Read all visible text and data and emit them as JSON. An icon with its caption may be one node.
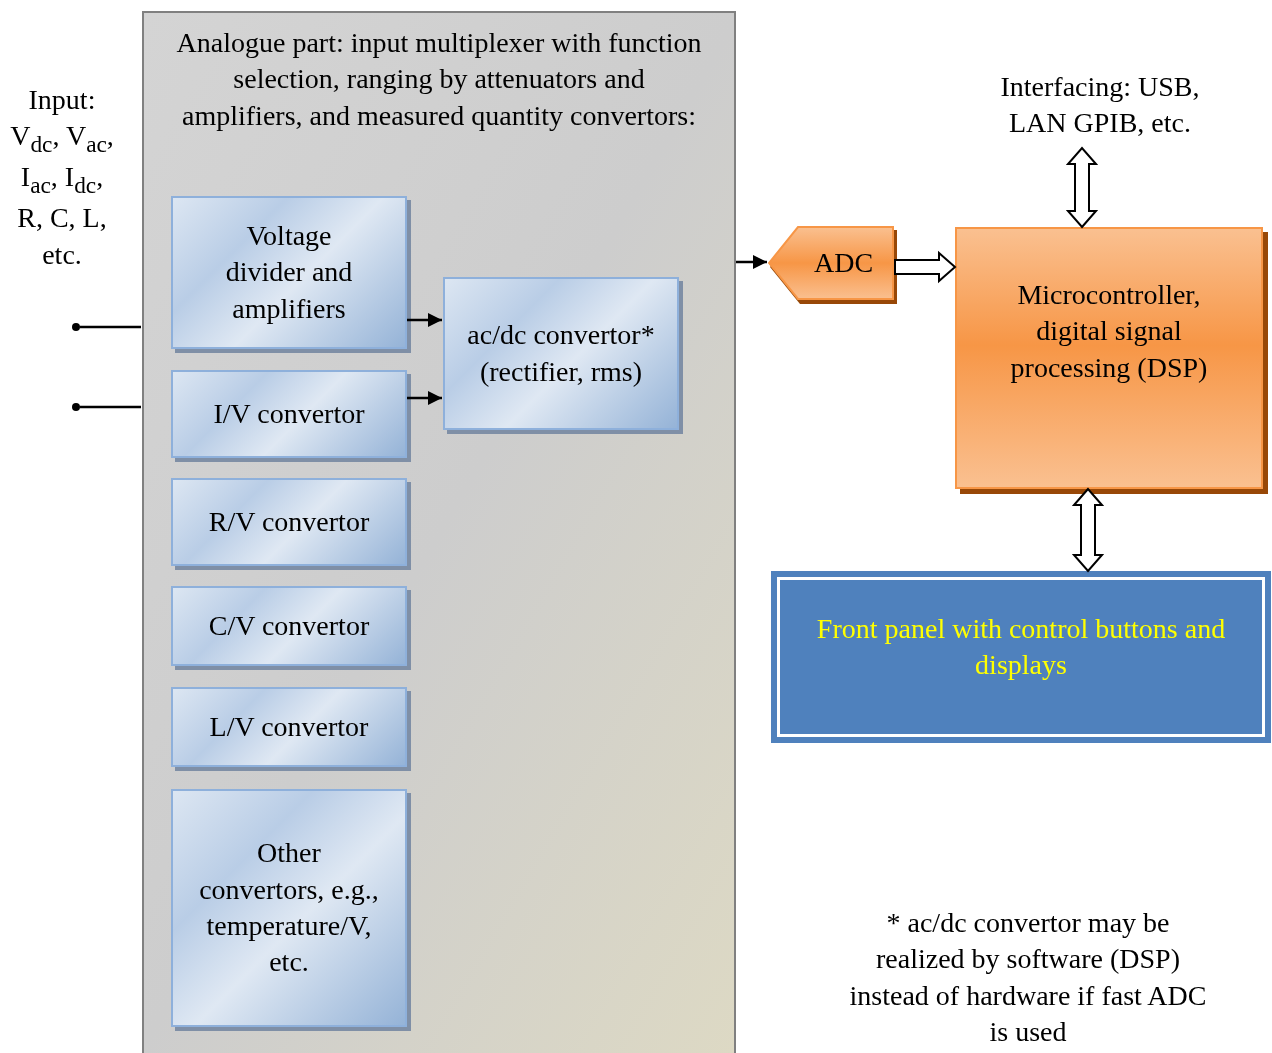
{
  "diagram": {
    "nodes": [
      {
        "text": [
          "Analogue part: input multiplexer with function selection, ranging by attenuators and amplifiers, and measured quantity convertors:"
        ]
      },
      {
        "text": [
          "Voltage divider and amplifiers"
        ],
        "in": 0
      },
      {
        "text": [
          "I/V convertor"
        ],
        "in": 0
      },
      {
        "text": [
          "R/V convertor"
        ],
        "in": 0
      },
      {
        "text": [
          "C/V convertor"
        ],
        "in": 0
      },
      {
        "text": [
          "L/V convertor"
        ],
        "in": 0
      },
      {
        "text": [
          "Other convertors, e.g., temperature/V, etc."
        ],
        "in": 0
      },
      {
        "text": [
          "ac/dc convertor* (rectifier, rms)"
        ],
        "in": 0
      },
      {
        "text": [
          "ADC"
        ]
      },
      {
        "text": [
          "Microcontroller, digital signal processing (DSP)"
        ]
      },
      {
        "text": [
          "Front panel with control buttons and displays"
        ]
      },
      {
        "text": [
          "Interfacing: USB, LAN GPIB, etc."
        ]
      },
      {
        "text": [],
        "shape": "circle"
      },
      {
        "text": [],
        "shape": "circle"
      }
    ],
    "edges": [
      {
        "from": 12,
        "to": 0,
        "arrow": "none"
      },
      {
        "from": 13,
        "to": 0,
        "arrow": "none"
      },
      {
        "from": 1,
        "to": 7,
        "arrow": "to"
      },
      {
        "from": 2,
        "to": 7,
        "arrow": "to"
      },
      {
        "from": 0,
        "to": 8,
        "arrow": "to"
      },
      {
        "from": 8,
        "to": 9,
        "arrow": "to",
        "style": "thick"
      },
      {
        "from": 9,
        "to": 11,
        "arrow": "both",
        "style": "thick"
      },
      {
        "from": 9,
        "to": 10,
        "arrow": "both",
        "style": "thick"
      }
    ],
    "labels": [
      "Input: V$_{dc}$, V$_{ac}$, I$_{ac}$, I$_{dc}$, R, C, L, etc.",
      "* ac/dc convertor may be realized by software (DSP) instead of hardware if fast ADC is used"
    ]
  }
}
